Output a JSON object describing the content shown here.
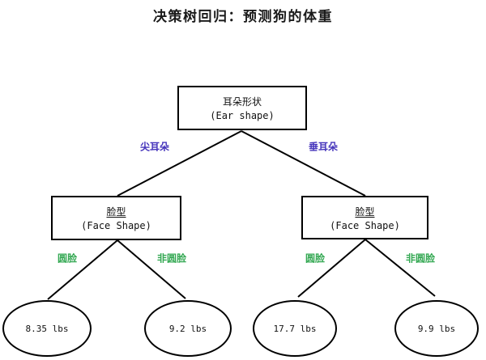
{
  "title": "决策树回归：预测狗的体重",
  "colors": {
    "node_border": "#000000",
    "connector_line": "#000000",
    "ear_branch_label": "#4433bb",
    "face_branch_label": "#33a852"
  },
  "tree": {
    "root": {
      "title_zh": "耳朵形状",
      "title_en": "(Ear shape)"
    },
    "root_branches": {
      "left": "尖耳朵",
      "right": "垂耳朵"
    },
    "left_child": {
      "title_zh": "脸型",
      "title_en": "(Face Shape)"
    },
    "right_child": {
      "title_zh": "脸型",
      "title_en": "(Face Shape)"
    },
    "left_child_branches": {
      "left": "圆脸",
      "right": "非圆脸"
    },
    "right_child_branches": {
      "left": "圆脸",
      "right": "非圆脸"
    },
    "leaves": [
      {
        "value": "8.35 lbs"
      },
      {
        "value": "9.2 lbs"
      },
      {
        "value": "17.7 lbs"
      },
      {
        "value": "9.9 lbs"
      }
    ]
  }
}
